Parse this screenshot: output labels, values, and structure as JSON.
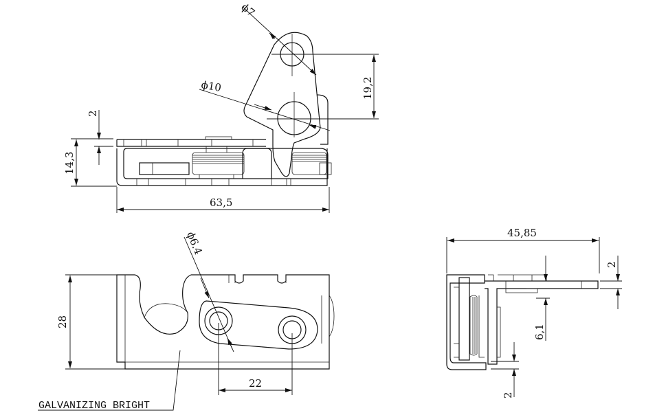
{
  "drawing": {
    "top_view": {
      "hole_small_diameter": "ϕ7",
      "hole_large_diameter": "ϕ10",
      "hole_spacing": "19,2",
      "plate_thickness": "2",
      "height": "14,3",
      "length": "63,5"
    },
    "front_view": {
      "hole_diameter": "ϕ6.4",
      "height": "28",
      "hole_center_distance": "22",
      "finish_note": "GALVANIZING BRIGHT"
    },
    "side_view": {
      "width": "45,85",
      "top_thickness": "2",
      "offset": "6,1",
      "bottom_thickness": "2"
    }
  }
}
